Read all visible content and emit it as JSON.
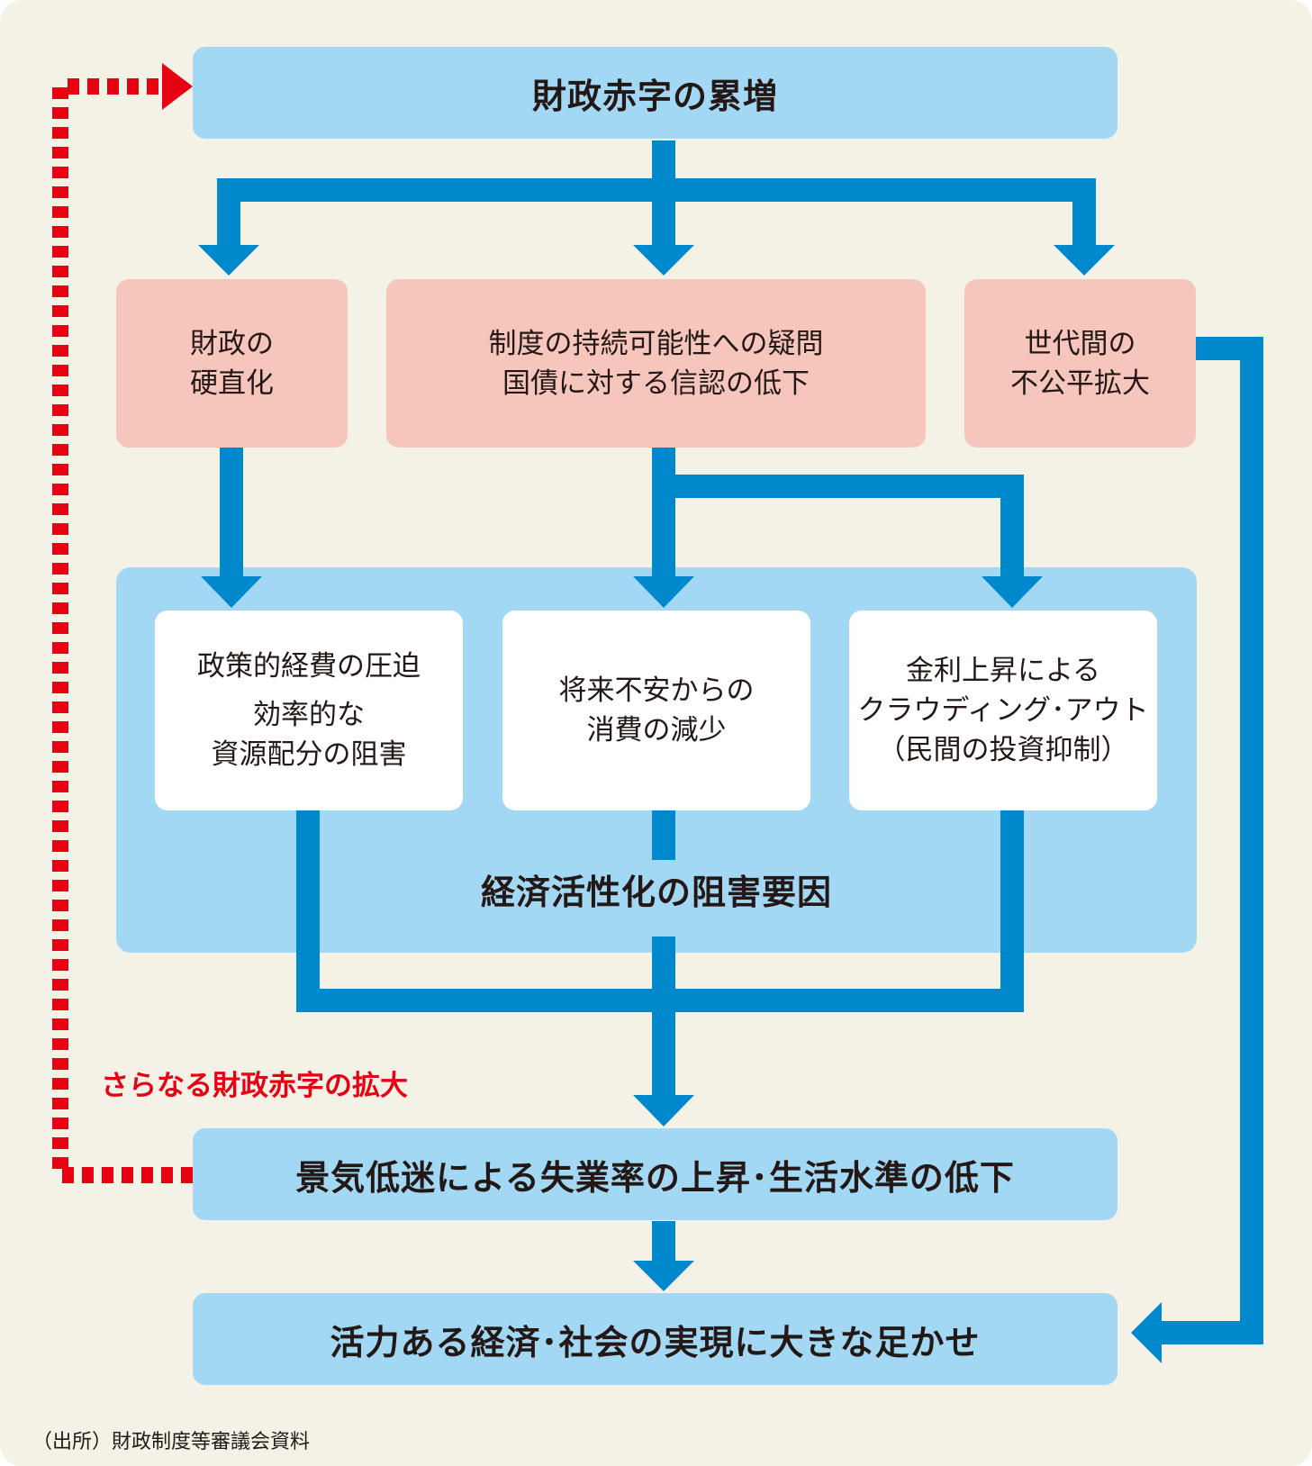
{
  "top": {
    "title": "財政赤字の累増"
  },
  "problems": {
    "left": [
      "財政の",
      "硬直化"
    ],
    "center": [
      "制度の持続可能性への疑問",
      "国債に対する信認の低下"
    ],
    "right": [
      "世代間の",
      "不公平拡大"
    ]
  },
  "factors": {
    "left": {
      "lines1": [
        "政策的経費の圧迫"
      ],
      "lines2": [
        "効率的な",
        "資源配分の阻害"
      ]
    },
    "center": [
      "将来不安からの",
      "消費の減少"
    ],
    "right": [
      "金利上昇による",
      "クラウディング･アウト",
      "（民間の投資抑制）"
    ],
    "label": "経済活性化の阻害要因"
  },
  "result": {
    "title": "景気低迷による失業率の上昇･生活水準の低下"
  },
  "final": {
    "title": "活力ある経済･社会の実現に大きな足かせ"
  },
  "feedback": {
    "label": "さらなる財政赤字の拡大"
  },
  "source": "（出所）財政制度等審議会資料",
  "colors": {
    "background": "#f4f1e6",
    "arrow": "#0088cc",
    "box_blue": "#a3d8f4",
    "box_pink": "#f6c6bd",
    "feedback_red": "#e60012"
  }
}
